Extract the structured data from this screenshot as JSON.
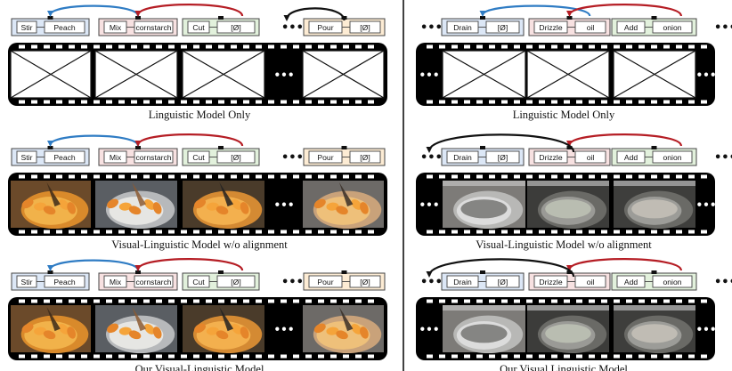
{
  "colors": {
    "blue_arrow": "#2f7cc4",
    "red_arrow": "#b51d24",
    "black_arrow": "#111111",
    "box_blue": "#dce7f6",
    "box_pink": "#f7e1e1",
    "box_green": "#e2f1dc",
    "box_orange": "#fdecd4",
    "strip": "#000000"
  },
  "ellipsis": "•••",
  "left": {
    "rows": [
      {
        "caption": "Linguistic Model Only",
        "boxes": [
          {
            "verb": "Stir",
            "noun": "Peach",
            "color": "box_blue"
          },
          {
            "verb": "Mix",
            "noun": "cornstarch",
            "color": "box_pink"
          },
          {
            "verb": "Cut",
            "noun": "[Ø]",
            "color": "box_green"
          },
          {
            "verb": "Pour",
            "noun": "[Ø]",
            "color": "box_orange"
          }
        ],
        "arrows": [
          "blue",
          "red",
          "black"
        ],
        "frames": "empty"
      },
      {
        "caption": "Visual-Linguistic Model w/o alignment",
        "boxes": [
          {
            "verb": "Stir",
            "noun": "Peach",
            "color": "box_blue"
          },
          {
            "verb": "Mix",
            "noun": "cornstarch",
            "color": "box_pink"
          },
          {
            "verb": "Cut",
            "noun": "[Ø]",
            "color": "box_green"
          },
          {
            "verb": "Pour",
            "noun": "[Ø]",
            "color": "box_orange"
          }
        ],
        "arrows": [
          "blue",
          "red"
        ],
        "frames": "photo"
      },
      {
        "caption": "Our Visual-Linguistic Model",
        "boxes": [
          {
            "verb": "Stir",
            "noun": "Peach",
            "color": "box_blue"
          },
          {
            "verb": "Mix",
            "noun": "cornstarch",
            "color": "box_pink"
          },
          {
            "verb": "Cut",
            "noun": "[Ø]",
            "color": "box_green"
          },
          {
            "verb": "Pour",
            "noun": "[Ø]",
            "color": "box_orange"
          }
        ],
        "arrows": [
          "blue",
          "red"
        ],
        "frames": "photo"
      }
    ]
  },
  "right": {
    "rows": [
      {
        "caption": "Linguistic Model Only",
        "boxes": [
          {
            "verb": "Drain",
            "noun": "[Ø]",
            "color": "box_blue"
          },
          {
            "verb": "Drizzle",
            "noun": "oil",
            "color": "box_pink"
          },
          {
            "verb": "Add",
            "noun": "onion",
            "color": "box_green"
          }
        ],
        "arrows": [
          "blue",
          "red"
        ],
        "frames": "empty"
      },
      {
        "caption": "Visual-Linguistic Model w/o alignment",
        "boxes": [
          {
            "verb": "Drain",
            "noun": "[Ø]",
            "color": "box_blue"
          },
          {
            "verb": "Drizzle",
            "noun": "oil",
            "color": "box_pink"
          },
          {
            "verb": "Add",
            "noun": "onion",
            "color": "box_green"
          }
        ],
        "arrows": [
          "black",
          "red"
        ],
        "frames": "photo"
      },
      {
        "caption": "Our Visual Linguistic Model",
        "boxes": [
          {
            "verb": "Drain",
            "noun": "[Ø]",
            "color": "box_blue"
          },
          {
            "verb": "Drizzle",
            "noun": "oil",
            "color": "box_pink"
          },
          {
            "verb": "Add",
            "noun": "onion",
            "color": "box_green"
          }
        ],
        "arrows": [
          "black",
          "red"
        ],
        "frames": "photo"
      }
    ]
  }
}
